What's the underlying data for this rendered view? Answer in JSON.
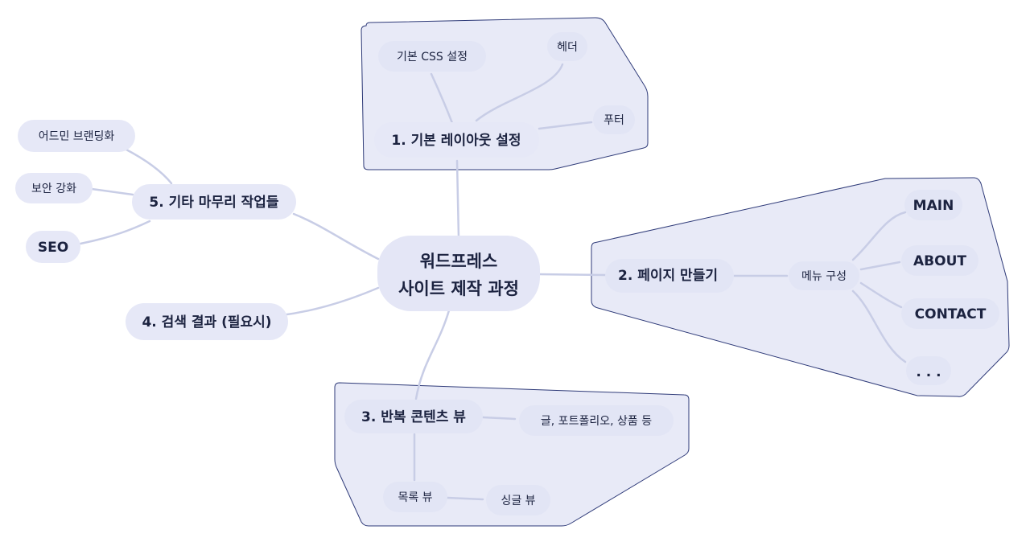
{
  "root": {
    "line1": "워드프레스",
    "line2": "사이트 제작 과정"
  },
  "branch1": {
    "label": "1. 기본 레이아웃 설정",
    "children": {
      "css": "기본 CSS 설정",
      "header": "헤더",
      "footer": "푸터"
    }
  },
  "branch2": {
    "label": "2. 페이지 만들기",
    "menu": "메뉴 구성",
    "items": [
      "MAIN",
      "ABOUT",
      "CONTACT",
      ". . ."
    ]
  },
  "branch3": {
    "label": "3. 반복 콘텐츠 뷰",
    "content_types": "글, 포트폴리오, 상품 등",
    "list_view": "목록 뷰",
    "single_view": "싱글 뷰"
  },
  "branch4": {
    "label": "4. 검색 결과 (필요시)"
  },
  "branch5": {
    "label": "5. 기타 마무리 작업들",
    "children": {
      "admin_branding": "어드민 브랜딩화",
      "security": "보안 강화",
      "seo": "SEO"
    }
  },
  "colors": {
    "region_fill": "#e8eaf7",
    "region_border": "#2e3a78",
    "connector": "#c8cde6",
    "node_fill": "#e6e8f7",
    "text": "#1c2340"
  }
}
